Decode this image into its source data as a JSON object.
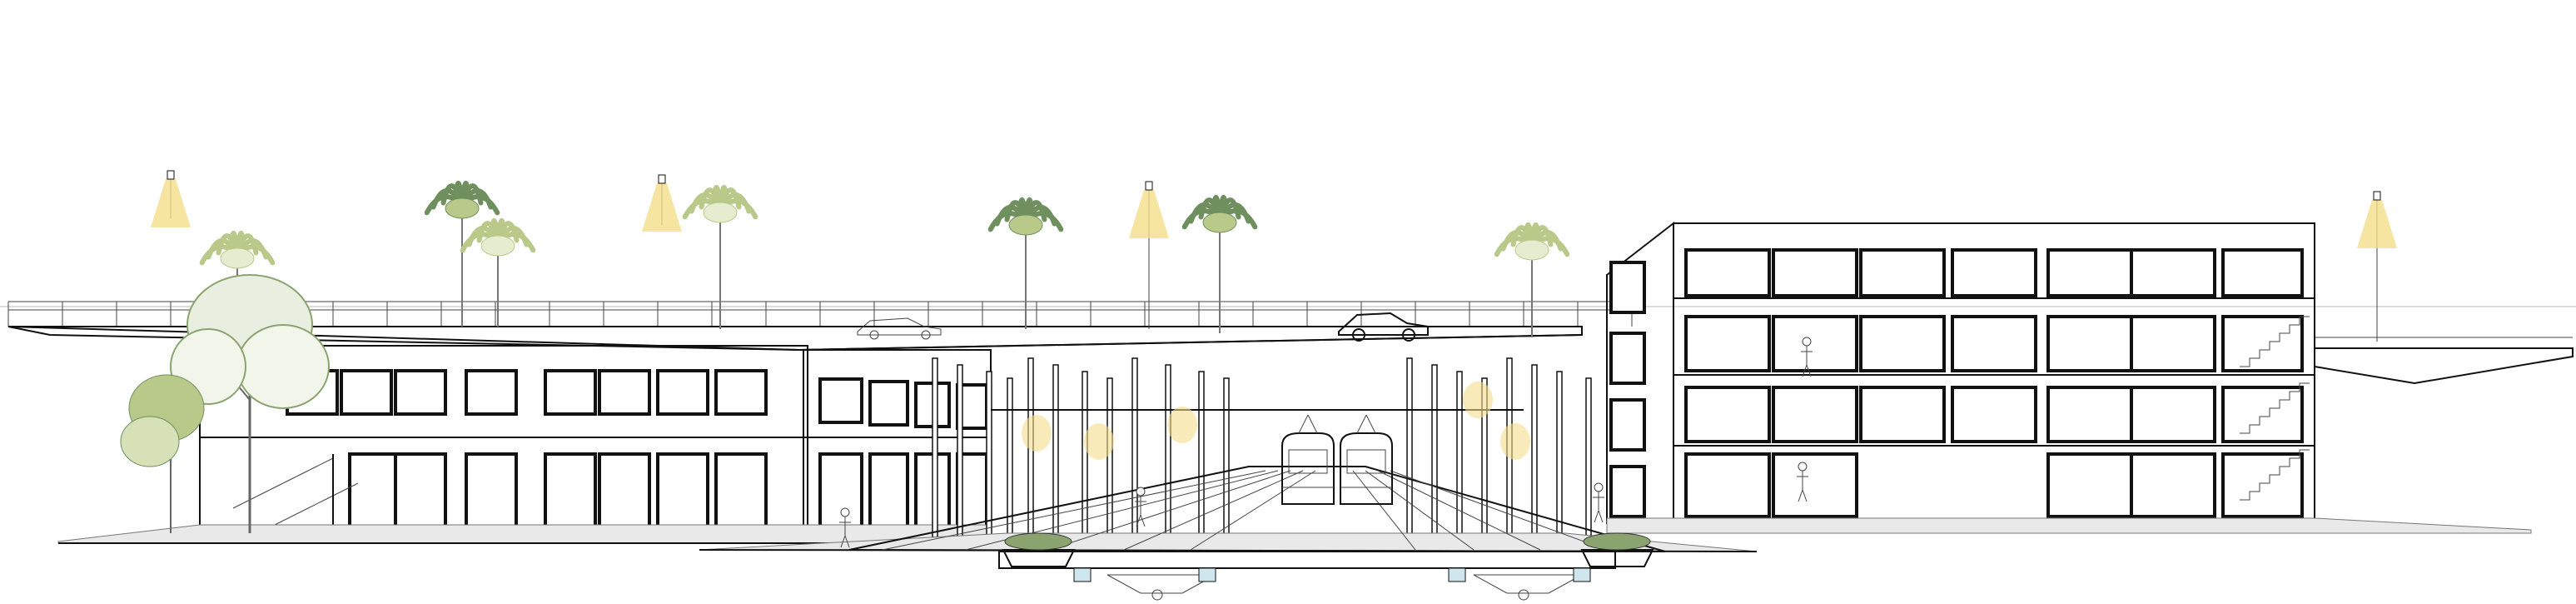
{
  "colors": {
    "line": "#111111",
    "ground_fill": "#e9e9e9",
    "palm_dark": "#6f8f5f",
    "palm_light": "#b9c98a",
    "lamp_glow": "#f4dd8a",
    "shrub": "#8aa36f",
    "water": "#cfe6ee"
  },
  "elements": {
    "left_building": "left-station-building",
    "right_building": "right-office-block",
    "platform": "central-rail-platform",
    "trains": [
      "tram-left",
      "tram-right"
    ]
  }
}
